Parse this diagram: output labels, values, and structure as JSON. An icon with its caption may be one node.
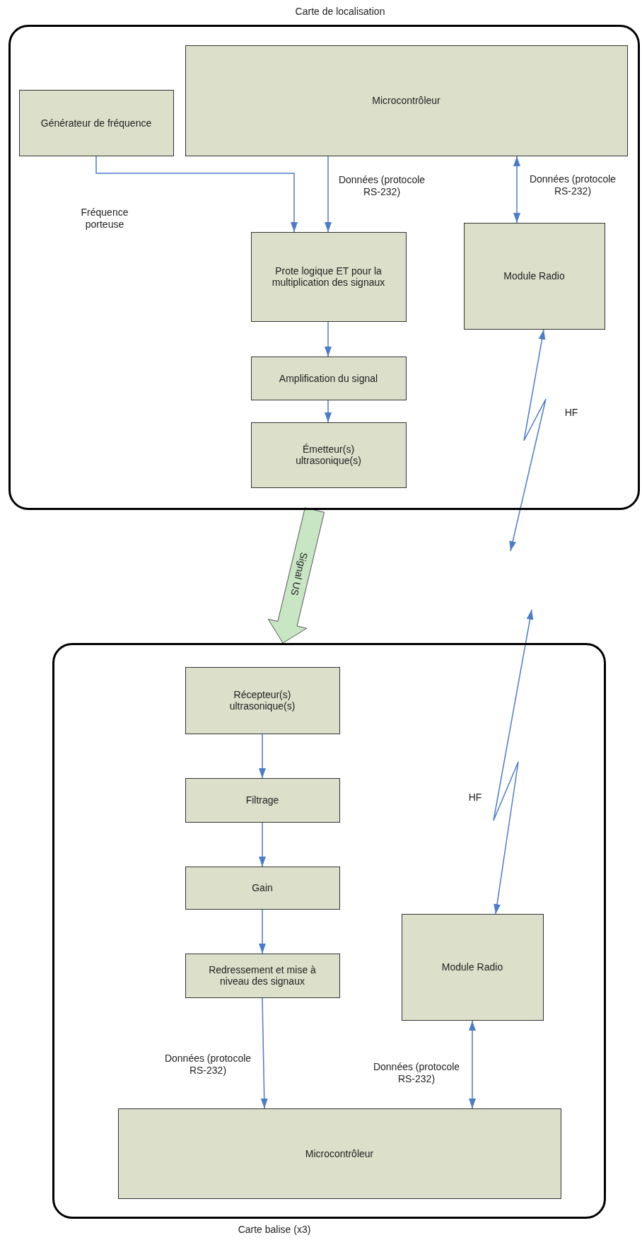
{
  "diagram": {
    "nodes": [
      {
        "text": [
          "Carte de localisation"
        ]
      },
      {
        "text": [
          "Générateur de fréquence"
        ],
        "in": 0
      },
      {
        "text": [
          "Microcontrôleur"
        ],
        "in": 0
      },
      {
        "text": [
          "Prote logique ET pour la multiplication des signaux"
        ],
        "in": 0
      },
      {
        "text": [
          "Module Radio"
        ],
        "in": 0
      },
      {
        "text": [
          "Amplification du signal"
        ],
        "in": 0
      },
      {
        "text": [
          "Émetteur(s) ultrasonique(s)"
        ],
        "in": 0
      },
      {
        "text": [
          "Carte balise (x3)"
        ]
      },
      {
        "text": [
          "Récepteur(s) ultrasonique(s)"
        ],
        "in": 7
      },
      {
        "text": [
          "Filtrage"
        ],
        "in": 7
      },
      {
        "text": [
          "Gain"
        ],
        "in": 7
      },
      {
        "text": [
          "Redressement et mise à niveau des signaux"
        ],
        "in": 7
      },
      {
        "text": [
          "Module Radio"
        ],
        "in": 7
      },
      {
        "text": [
          "Microcontrôleur"
        ],
        "in": 7
      }
    ],
    "edges": [
      {
        "from": 1,
        "to": 3,
        "arrow": "to",
        "label": "Fréquence porteuse"
      },
      {
        "from": 2,
        "to": 3,
        "arrow": "to",
        "label": "Données (protocole RS-232)"
      },
      {
        "from": 2,
        "to": 4,
        "arrow": "both",
        "label": "Données (protocole RS-232)"
      },
      {
        "from": 3,
        "to": 5,
        "arrow": "to"
      },
      {
        "from": 5,
        "to": 6,
        "arrow": "to"
      },
      {
        "from": 4,
        "to": null,
        "arrow": "both",
        "label": "HF"
      },
      {
        "from": 0,
        "to": 7,
        "arrow": "to",
        "label": "Signal US",
        "style": "thick",
        "color": "#c8e6c4"
      },
      {
        "from": null,
        "to": 12,
        "arrow": "both",
        "label": "HF"
      },
      {
        "from": 8,
        "to": 9,
        "arrow": "to"
      },
      {
        "from": 9,
        "to": 10,
        "arrow": "to"
      },
      {
        "from": 10,
        "to": 11,
        "arrow": "to"
      },
      {
        "from": 11,
        "to": 13,
        "arrow": "to",
        "label": "Données (protocole RS-232)"
      },
      {
        "from": 12,
        "to": 13,
        "arrow": "both",
        "label": "Données (protocole RS-232)"
      }
    ]
  }
}
